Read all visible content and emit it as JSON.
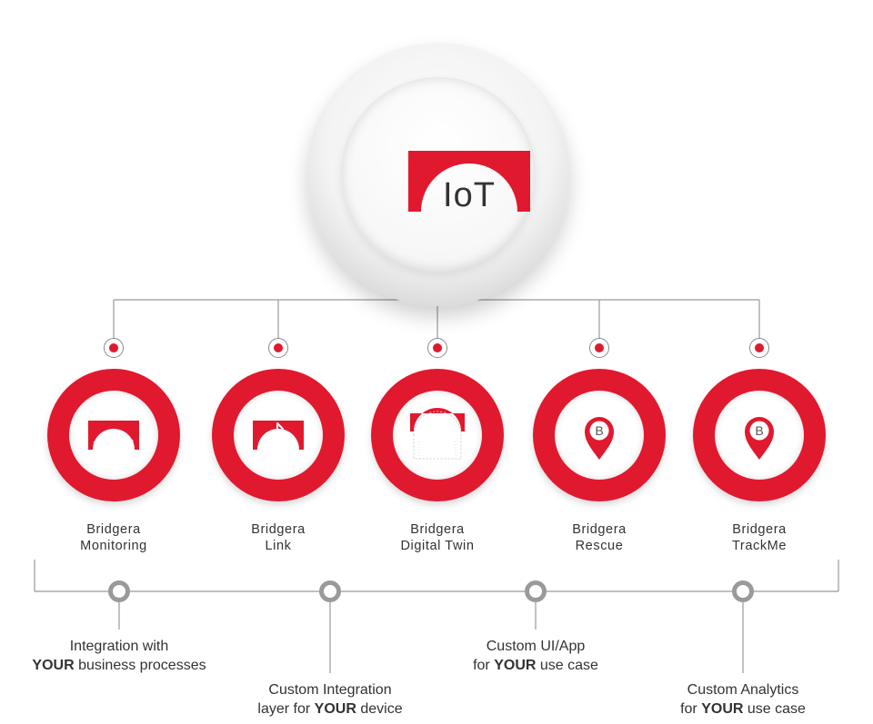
{
  "hub": {
    "label": "IoT",
    "icon": "bridgera-arch-icon"
  },
  "products": [
    {
      "line1": "Bridgera",
      "line2": "Monitoring",
      "icon": "monitoring-pulse-icon"
    },
    {
      "line1": "Bridgera",
      "line2": "Link",
      "icon": "bluetooth-icon"
    },
    {
      "line1": "Bridgera",
      "line2": "Digital Twin",
      "icon": "digital-twin-icon"
    },
    {
      "line1": "Bridgera",
      "line2": "Rescue",
      "icon": "location-pin-icon",
      "badge": "B"
    },
    {
      "line1": "Bridgera",
      "line2": "TrackMe",
      "icon": "location-pin-icon",
      "badge": "B"
    }
  ],
  "services": [
    {
      "line1_pre": "Integration with",
      "line1_bold": "",
      "line1_post": "",
      "line2_pre": "",
      "line2_bold": "YOUR",
      "line2_post": " business processes"
    },
    {
      "line1_pre": "Custom Integration",
      "line1_bold": "",
      "line1_post": "",
      "line2_pre": "layer for ",
      "line2_bold": "YOUR",
      "line2_post": " device"
    },
    {
      "line1_pre": "Custom UI/App",
      "line1_bold": "",
      "line1_post": "",
      "line2_pre": "for ",
      "line2_bold": "YOUR",
      "line2_post": " use case"
    },
    {
      "line1_pre": "Custom Analytics",
      "line1_bold": "",
      "line1_post": "",
      "line2_pre": "for ",
      "line2_bold": "YOUR",
      "line2_post": " use case"
    }
  ],
  "colors": {
    "brand_red": "#e1192e",
    "line_gray": "#9a9a9a",
    "text": "#333333"
  }
}
